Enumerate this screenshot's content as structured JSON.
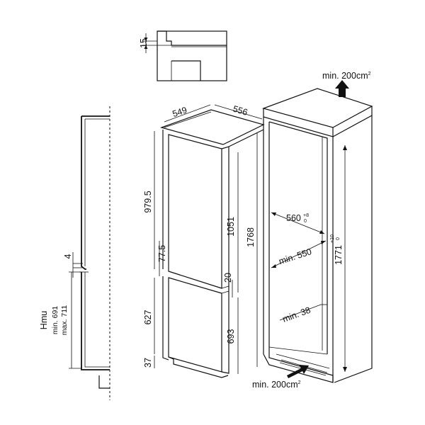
{
  "detail": {
    "gap": "15"
  },
  "cabinet": {
    "width": "549",
    "depth": "556",
    "total_height": "1768",
    "upper_door": "979.5",
    "fridge_height": "1051",
    "gap_small": "77.5",
    "gap_mid": "20",
    "lower_door": "627",
    "freezer_height": "693",
    "bottom": "37"
  },
  "side_view": {
    "gap": "4",
    "label": "Hmu",
    "min": "min. 691",
    "max": "max. 711"
  },
  "niche": {
    "vent_top": "min. 200",
    "vent_bottom": "min. 200",
    "unit": "cm",
    "unit_exp": "2",
    "width": "560",
    "width_tol": "+8",
    "width_tol_low": "0",
    "depth": "min. 550",
    "height": "1771",
    "height_tol": "+10",
    "height_tol_low": "0",
    "plinth": "min. 38"
  }
}
